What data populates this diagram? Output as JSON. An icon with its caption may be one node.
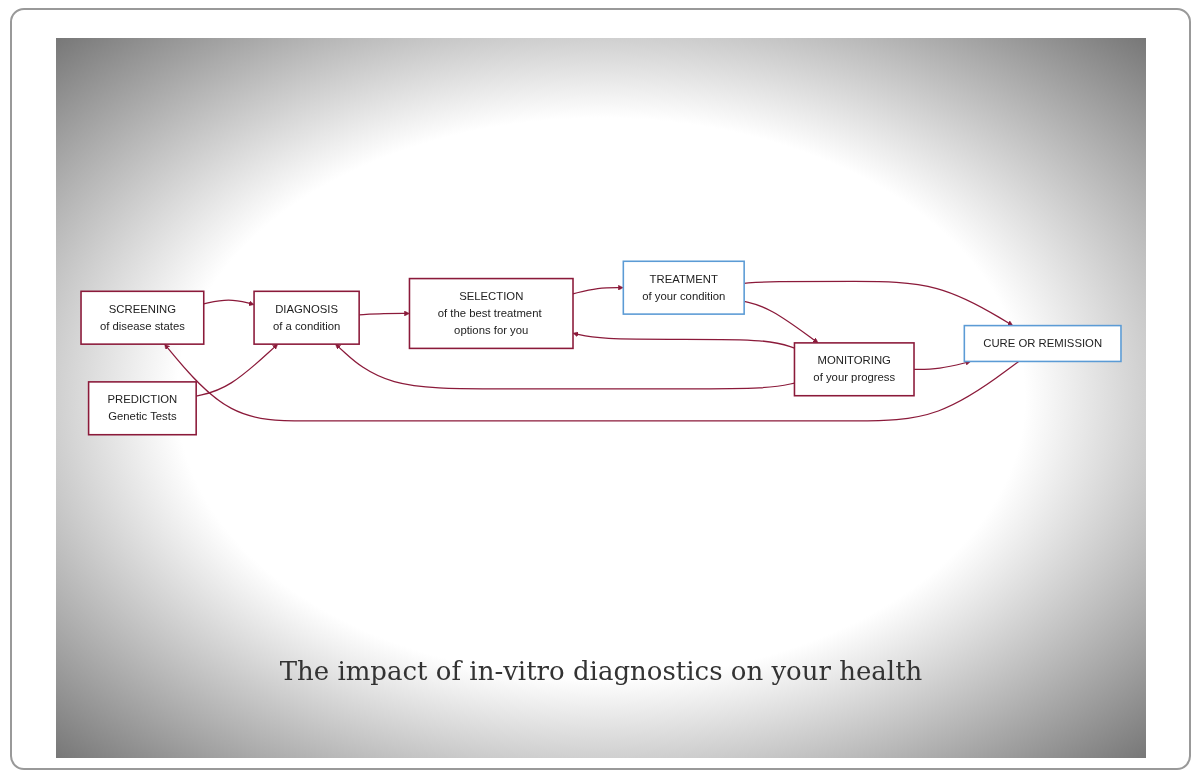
{
  "diagram": {
    "caption": "The impact of in-vitro diagnostics on your health",
    "nodes": [
      {
        "text": [
          "SCREENING",
          "of disease states"
        ]
      },
      {
        "text": [
          "SELECTION",
          "of the best treatment options for you"
        ]
      },
      {
        "text": [
          "TREATMENT",
          "of your condition"
        ]
      },
      {
        "text": [
          "CURE OR REMISSION"
        ]
      },
      {
        "text": [
          "DIAGNOSIS",
          "of a condition"
        ]
      },
      {
        "text": [
          "MONITORING",
          "of your progress"
        ]
      },
      {
        "text": [
          "PREDICTION",
          "Genetic Tests"
        ]
      }
    ],
    "edges": [
      {
        "from": 3,
        "to": 0,
        "arrow": "to"
      },
      {
        "from": 0,
        "to": 4,
        "arrow": "to"
      },
      {
        "from": 1,
        "to": 2,
        "arrow": "to"
      },
      {
        "from": 2,
        "to": 3,
        "arrow": "to"
      },
      {
        "from": 2,
        "to": 5,
        "arrow": "to"
      },
      {
        "from": 4,
        "to": 1,
        "arrow": "to"
      },
      {
        "from": 5,
        "to": 1,
        "arrow": "to"
      },
      {
        "from": 5,
        "to": 4,
        "arrow": "to"
      },
      {
        "from": 5,
        "to": 3,
        "arrow": "to"
      },
      {
        "from": 6,
        "to": 4,
        "arrow": "to"
      }
    ]
  }
}
